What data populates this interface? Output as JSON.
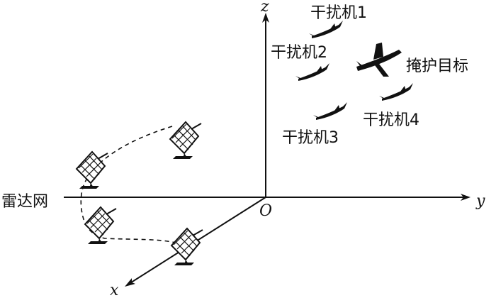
{
  "axes": {
    "x_label": "x",
    "y_label": "y",
    "z_label": "z",
    "origin_label": "O"
  },
  "jammers": [
    {
      "label": "干扰机1"
    },
    {
      "label": "干扰机2"
    },
    {
      "label": "干扰机3"
    },
    {
      "label": "干扰机4"
    }
  ],
  "target": {
    "label": "掩护目标"
  },
  "radar": {
    "label": "雷达网",
    "count": 4
  },
  "colors": {
    "ink": "#111111",
    "background": "#ffffff"
  }
}
